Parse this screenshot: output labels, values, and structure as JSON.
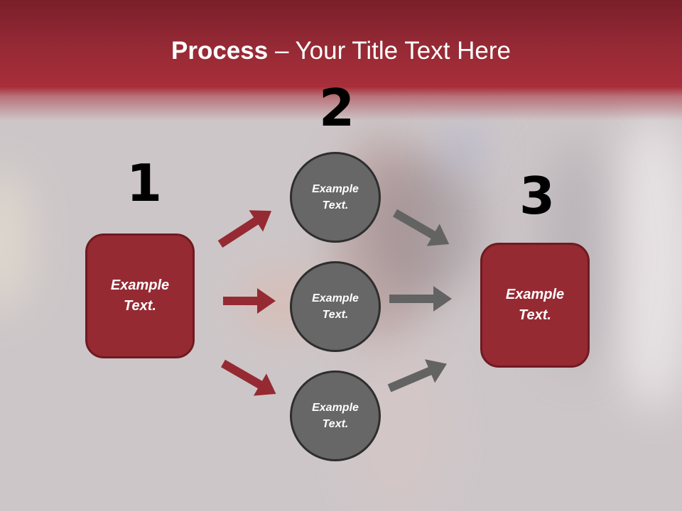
{
  "slide": {
    "title_bold": "Process",
    "title_rest": " – Your Title Text Here",
    "colors": {
      "header": "#a82e3a",
      "box_fill": "#952a33",
      "circle_fill": "#676767",
      "red_arrow": "#952a33",
      "gray_arrow": "#636363"
    }
  },
  "steps": [
    {
      "number": "1",
      "label_line1": "Example",
      "label_line2": "Text."
    },
    {
      "number": "2",
      "circles": [
        {
          "label_line1": "Example",
          "label_line2": "Text."
        },
        {
          "label_line1": "Example",
          "label_line2": "Text."
        },
        {
          "label_line1": "Example",
          "label_line2": "Text."
        }
      ]
    },
    {
      "number": "3",
      "label_line1": "Example",
      "label_line2": "Text."
    }
  ]
}
